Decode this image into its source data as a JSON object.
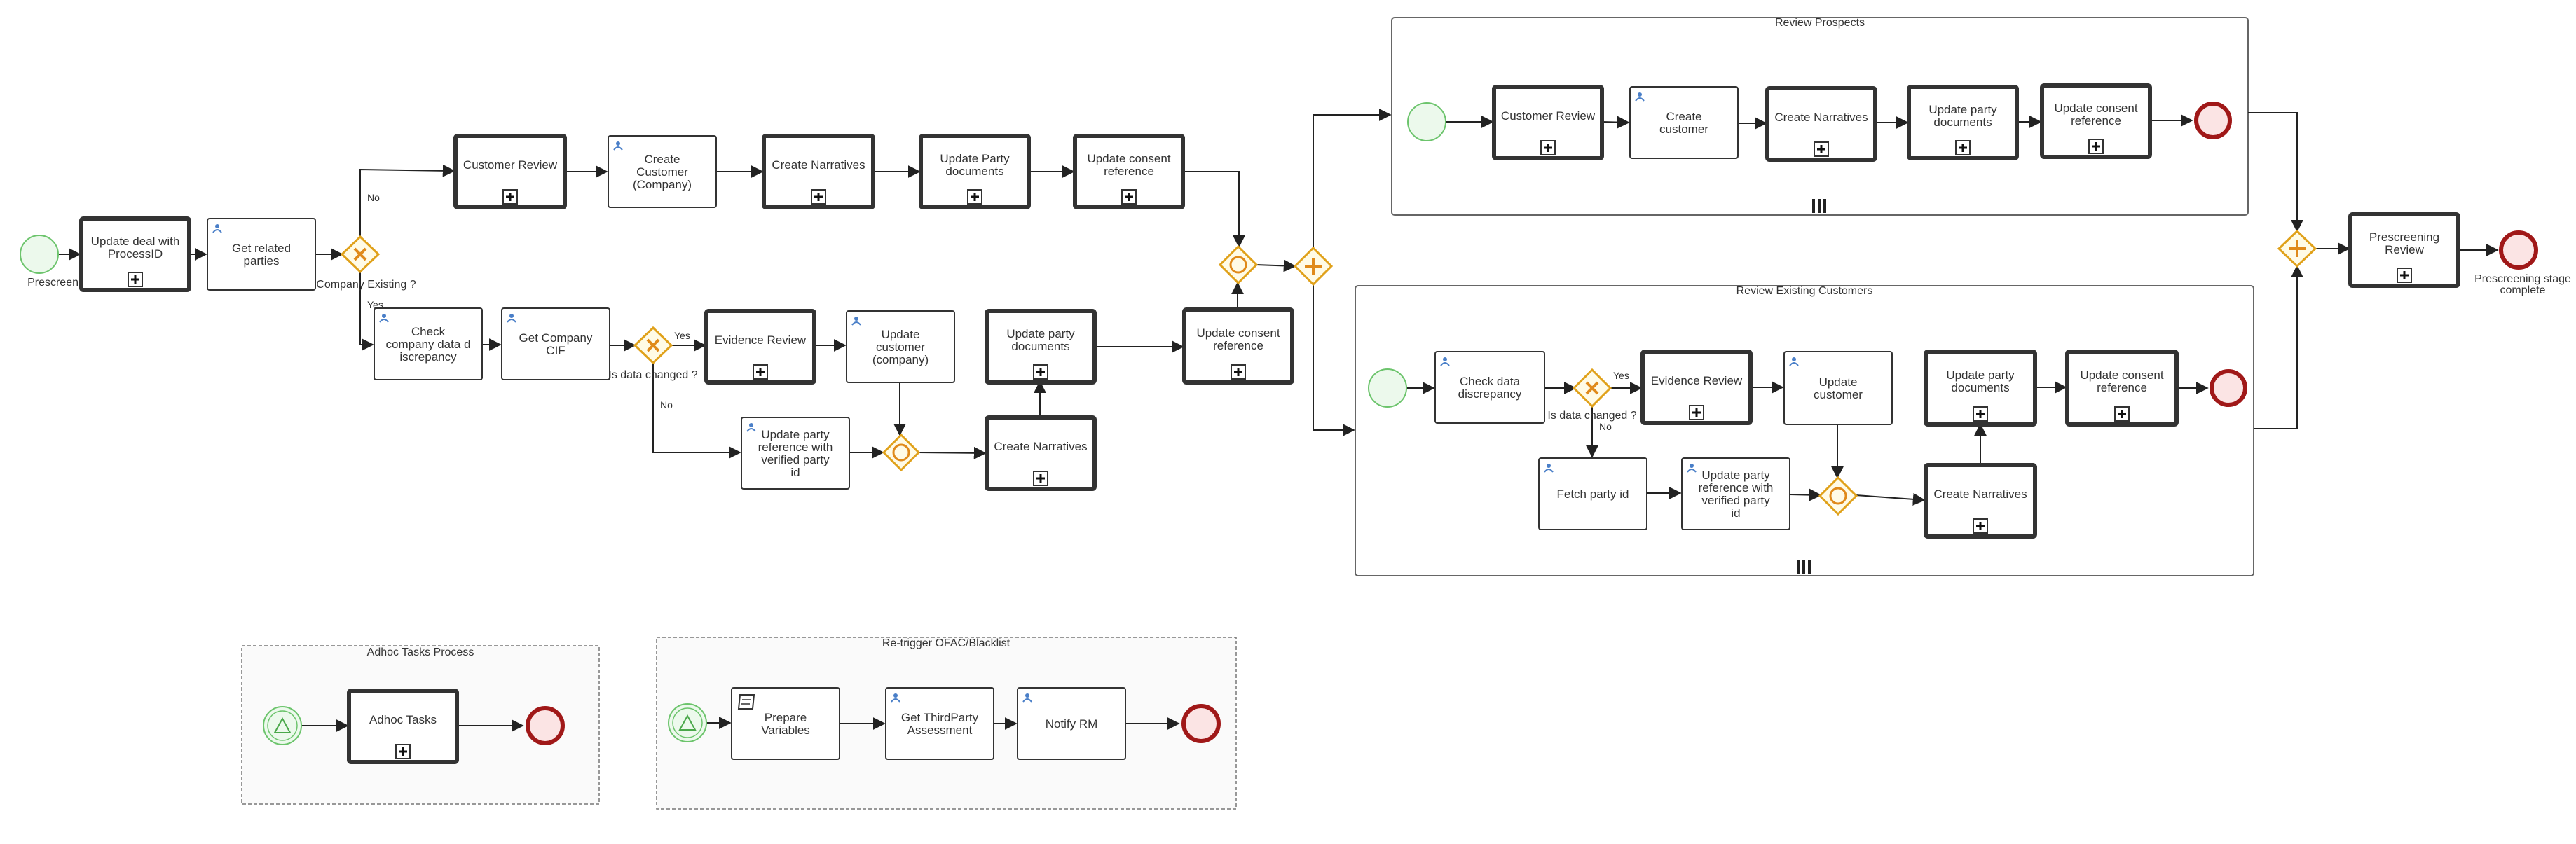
{
  "colors": {
    "gateway_stroke": "#e0a11a",
    "gateway_fill": "#fffbe6",
    "gateway_marker": "#e08a1a",
    "start_stroke": "#6cc46c",
    "start_fill": "#ecf9ec",
    "end_stroke": "#a01818",
    "end_fill": "#fbe4e4"
  },
  "icons": {
    "user_task": "user-task-icon",
    "script_task": "script-task-icon",
    "subprocess": "subprocess-plus-icon",
    "multi_instance": "multi-instance-icon"
  },
  "pools": {
    "review_prospects": "Review Prospects",
    "review_existing": "Review Existing Customers",
    "adhoc": "Adhoc Tasks Process",
    "retrigger": "Re-trigger OFAC/Blacklist"
  },
  "events": {
    "start_label": "Prescreening stage",
    "end_label_1": "Prescreening stage",
    "end_label_2": "complete"
  },
  "gateways": {
    "company_existing": "Is Company Existing ?",
    "data_changed": "Is data changed ?"
  },
  "edges": {
    "yes": "Yes",
    "no": "No"
  },
  "tasks": {
    "update_deal": [
      "Update deal with",
      "ProcessID"
    ],
    "get_related": [
      "Get related",
      "parties"
    ],
    "customer_review": [
      "Customer Review"
    ],
    "create_customer_company": [
      "Create",
      "Customer",
      "(Company)"
    ],
    "create_narratives": [
      "Create Narratives"
    ],
    "update_party_docs_cap": [
      "Update Party",
      "documents"
    ],
    "update_consent": [
      "Update consent",
      "reference"
    ],
    "check_company_data": [
      "Check",
      "company data d",
      "iscrepancy"
    ],
    "get_company_cif": [
      "Get Company",
      "CIF"
    ],
    "evidence_review": [
      "Evidence Review"
    ],
    "update_customer_company": [
      "Update",
      "customer",
      "(company)"
    ],
    "update_party_docs": [
      "Update party",
      "documents"
    ],
    "update_party_ref": [
      "Update party",
      "reference with",
      "verified party",
      "id"
    ],
    "create_customer": [
      "Create",
      "customer"
    ],
    "check_data_discrepancy": [
      "Check data",
      "discrepancy"
    ],
    "update_customer": [
      "Update",
      "customer"
    ],
    "fetch_party_id": [
      "Fetch party id"
    ],
    "prescreening_review": [
      "Prescreening",
      "Review"
    ],
    "adhoc_tasks": [
      "Adhoc Tasks"
    ],
    "prepare_variables": [
      "Prepare",
      "Variables"
    ],
    "get_thirdparty": [
      "Get ThirdParty",
      "Assessment"
    ],
    "notify_rm": [
      "Notify RM"
    ]
  }
}
